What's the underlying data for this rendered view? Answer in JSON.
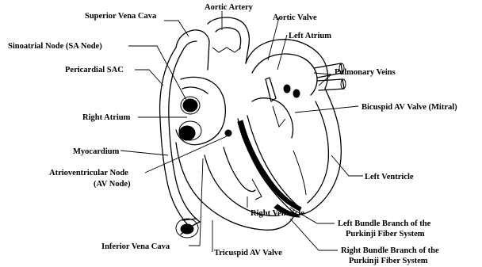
{
  "labels": {
    "superior_vena_cava": "Superior Vena Cava",
    "aortic_artery": "Aortic Artery",
    "aortic_valve": "Aortic Valve",
    "left_atrium": "Left Atrium",
    "sa_node": "Sinoatrial Node (SA Node)",
    "pericardial_sac": "Pericardial SAC",
    "pulmonary_veins": "Pulmonary Veins",
    "right_atrium": "Right Atrium",
    "bicuspid_valve": "Bicuspid AV Valve (Mitral)",
    "myocardium": "Myocardium",
    "av_node_line1": "Atrioventricular Node",
    "av_node_line2": "(AV Node)",
    "left_ventricle": "Left Ventricle",
    "inferior_vena_cava": "Inferior Vena Cava",
    "right_ventricle": "Right Ventricle",
    "tricuspid_valve": "Tricuspid AV Valve",
    "left_bundle_line1": "Left Bundle Branch of the",
    "left_bundle_line2": "Purkinji Fiber System",
    "right_bundle_line1": "Right Bundle Branch of the",
    "right_bundle_line2": "Purkinji Fiber System"
  }
}
